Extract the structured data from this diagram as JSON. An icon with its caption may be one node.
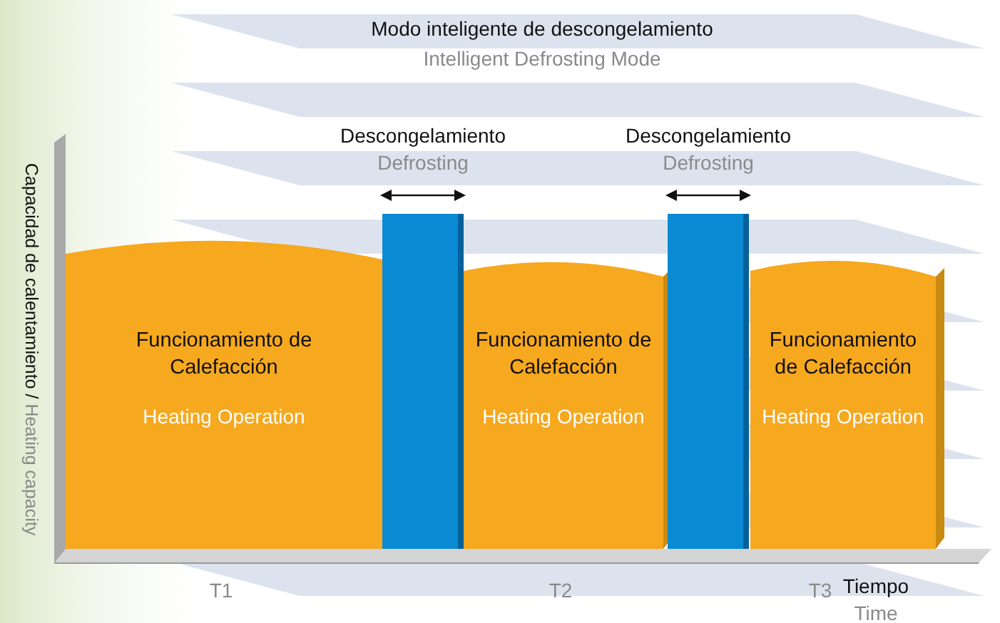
{
  "diagram": {
    "title": "Modo inteligente de descongelamiento",
    "nodes": [
      {
        "text": [
          "Funcionamiento de Calefacción",
          "Heating Operation"
        ]
      },
      {
        "text": [],
        "shape": "bar",
        "beside": [
          "Descongelamiento",
          "Defrosting"
        ]
      },
      {
        "text": [
          "Funcionamiento de Calefacción",
          "Heating Operation"
        ]
      },
      {
        "text": [],
        "shape": "bar",
        "beside": [
          "Descongelamiento",
          "Defrosting"
        ]
      },
      {
        "text": [
          "Funcionamiento de Calefacción",
          "Heating Operation"
        ]
      }
    ],
    "edges": [],
    "labels": [
      "Intelligent Defrosting Mode",
      "Capacidad de calentamiento /",
      "Heating capacity",
      "T1",
      "T2",
      "T3",
      "Tiempo",
      "Time"
    ]
  }
}
